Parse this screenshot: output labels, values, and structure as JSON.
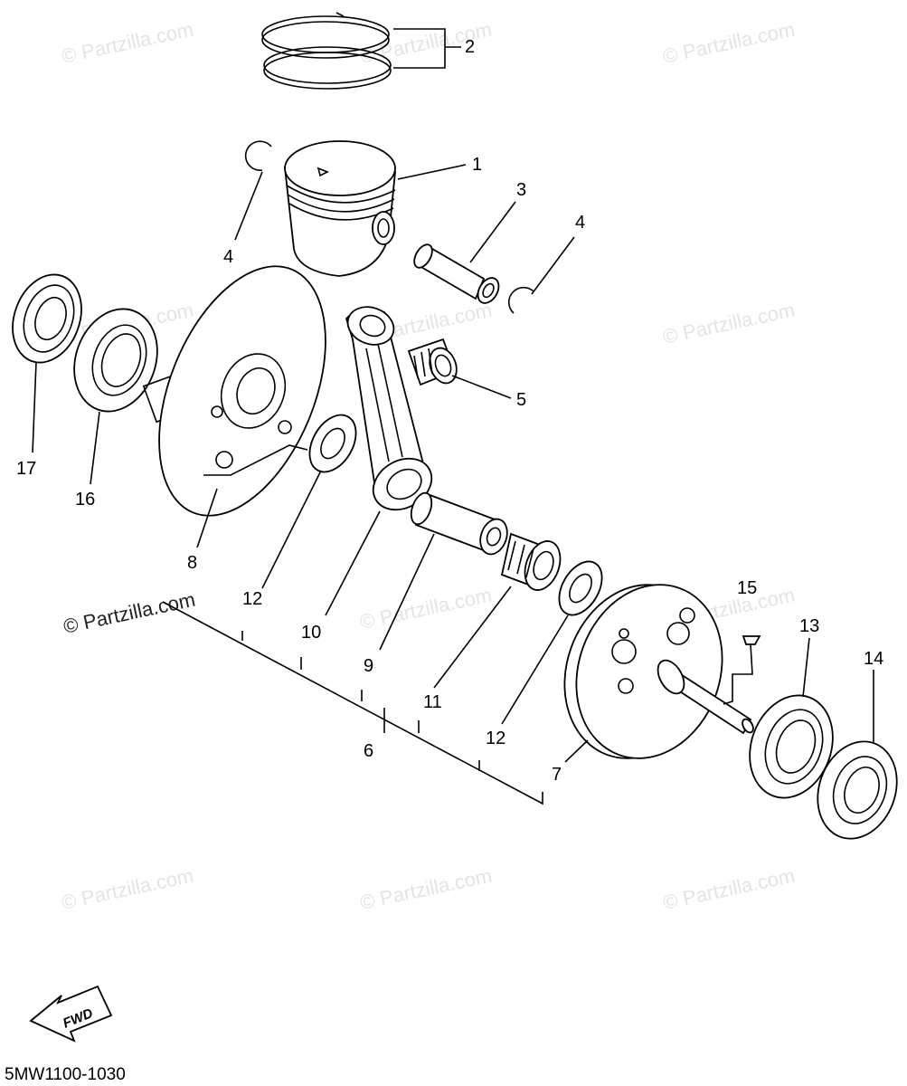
{
  "watermark": "© Partzilla.com",
  "watermark_center": "© Partzilla.com",
  "diagram_code": "5MW1100-1030",
  "fwd_label": "FWD",
  "callouts": {
    "c1": "1",
    "c2": "2",
    "c3": "3",
    "c4a": "4",
    "c4b": "4",
    "c5": "5",
    "c6": "6",
    "c7": "7",
    "c8": "8",
    "c9": "9",
    "c10": "10",
    "c11": "11",
    "c12a": "12",
    "c12b": "12",
    "c13": "13",
    "c14": "14",
    "c15": "15",
    "c16": "16",
    "c17": "17"
  }
}
